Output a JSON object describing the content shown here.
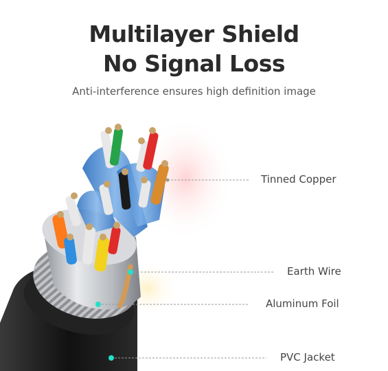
{
  "header": {
    "title_line1": "Multilayer Shield",
    "title_line2": "No Signal Loss",
    "subtitle": "Anti-interference ensures high definition image"
  },
  "callouts": [
    {
      "label": "Tinned Copper"
    },
    {
      "label": "Earth Wire"
    },
    {
      "label": "Aluminum Foil"
    },
    {
      "label": "PVC Jacket"
    }
  ],
  "colors": {
    "title": "#2b2b2b",
    "subtitle": "#555555",
    "callout_text": "#444444",
    "leader_line": "#9a9a9a",
    "marker": "#22e0c8",
    "jacket": "#1c1c1c",
    "foil": "#cfd2d6",
    "pair_shield": "#3b7fc9"
  }
}
